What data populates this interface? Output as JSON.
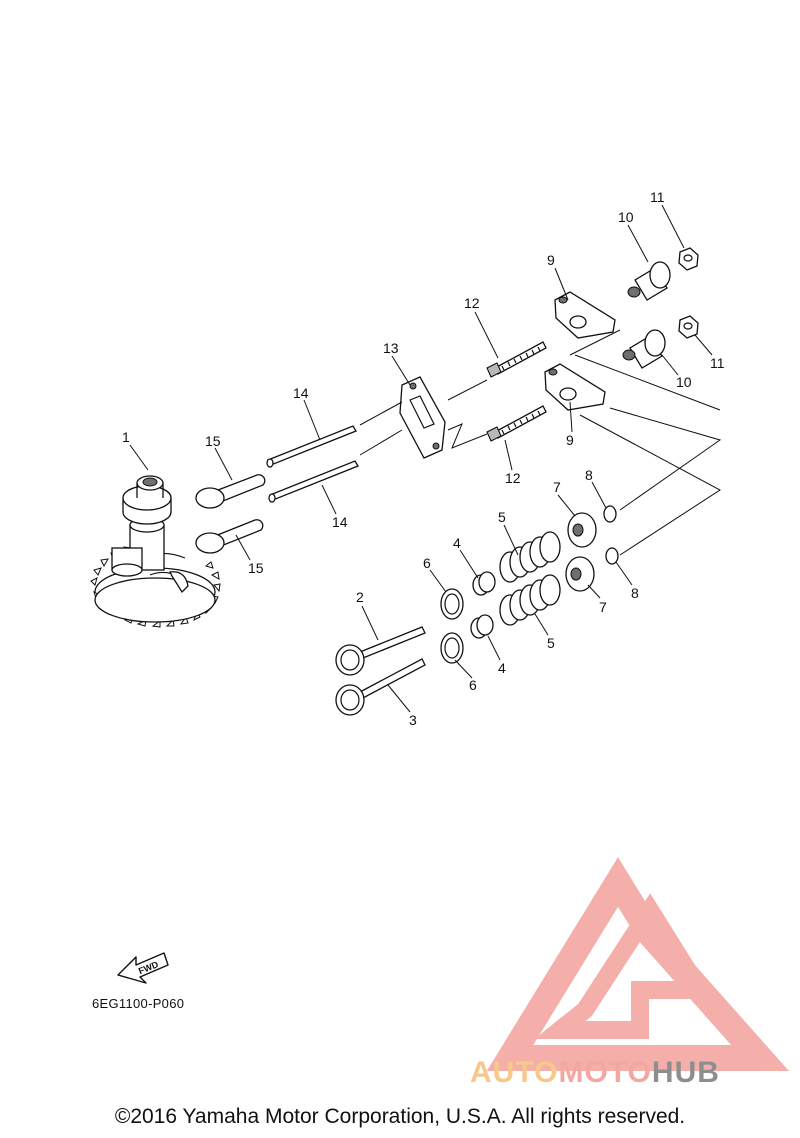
{
  "diagram": {
    "callouts": {
      "c1": "1",
      "c2": "2",
      "c3": "3",
      "c4a": "4",
      "c4b": "4",
      "c5a": "5",
      "c5b": "5",
      "c6a": "6",
      "c6b": "6",
      "c7a": "7",
      "c7b": "7",
      "c8a": "8",
      "c8b": "8",
      "c9a": "9",
      "c9b": "9",
      "c10a": "10",
      "c10b": "10",
      "c11a": "11",
      "c11b": "11",
      "c12a": "12",
      "c12b": "12",
      "c13": "13",
      "c14a": "14",
      "c14b": "14",
      "c15a": "15",
      "c15b": "15"
    },
    "fwd_label": "FWD",
    "code": "6EG1100-P060"
  },
  "brand": {
    "part1": "AUTO",
    "part2": "MOTO",
    "part3": "HUB",
    "logo_colors": {
      "red": "#f4a7a2",
      "orange": "#f7c88c",
      "gray": "#8e8e8e"
    }
  },
  "footer": {
    "copyright": "©2016 Yamaha Motor Corporation, U.S.A. All rights reserved."
  }
}
